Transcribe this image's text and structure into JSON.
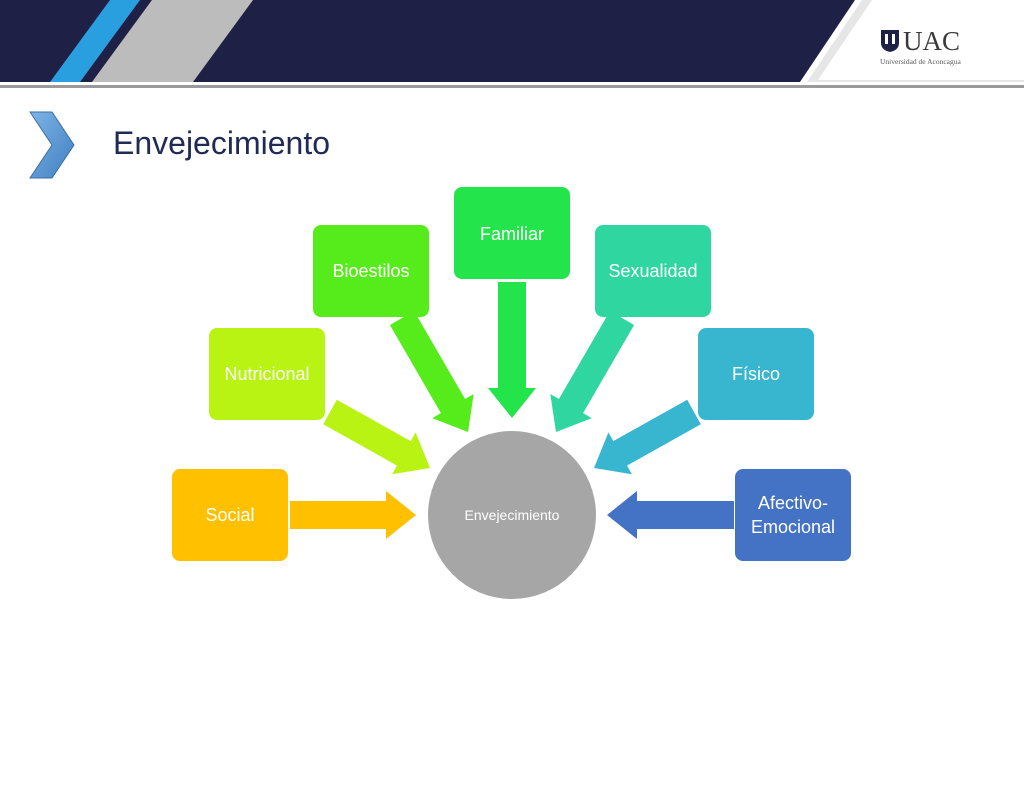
{
  "header": {
    "logo_text": "UAC",
    "logo_subtitle": "Universidad de Aconcagua"
  },
  "slide": {
    "title": "Envejecimiento"
  },
  "diagram": {
    "center": {
      "label": "Envejecimiento",
      "color": "#a6a6a6"
    },
    "nodes": [
      {
        "id": "social",
        "lines": [
          "Social"
        ],
        "color": "#ffc000"
      },
      {
        "id": "nutricional",
        "lines": [
          "Nutricional"
        ],
        "color": "#b9f313"
      },
      {
        "id": "bioestilos",
        "lines": [
          "Bioestilos"
        ],
        "color": "#56ec1c"
      },
      {
        "id": "familiar",
        "lines": [
          "Familiar"
        ],
        "color": "#23e54b"
      },
      {
        "id": "sexualidad",
        "lines": [
          "Sexualidad"
        ],
        "color": "#30d6a0"
      },
      {
        "id": "fisico",
        "lines": [
          "Físico"
        ],
        "color": "#38b6d0"
      },
      {
        "id": "afectivo",
        "lines": [
          "Afectivo-",
          "Emocional"
        ],
        "color": "#4472c4"
      }
    ]
  },
  "colors": {
    "banner_navy": "#1f2046",
    "accent_blue": "#2a9fe0",
    "banner_gray": "#c9c9c9",
    "title_color": "#1f2a57",
    "chevron_blue": "#5b9bd5"
  }
}
